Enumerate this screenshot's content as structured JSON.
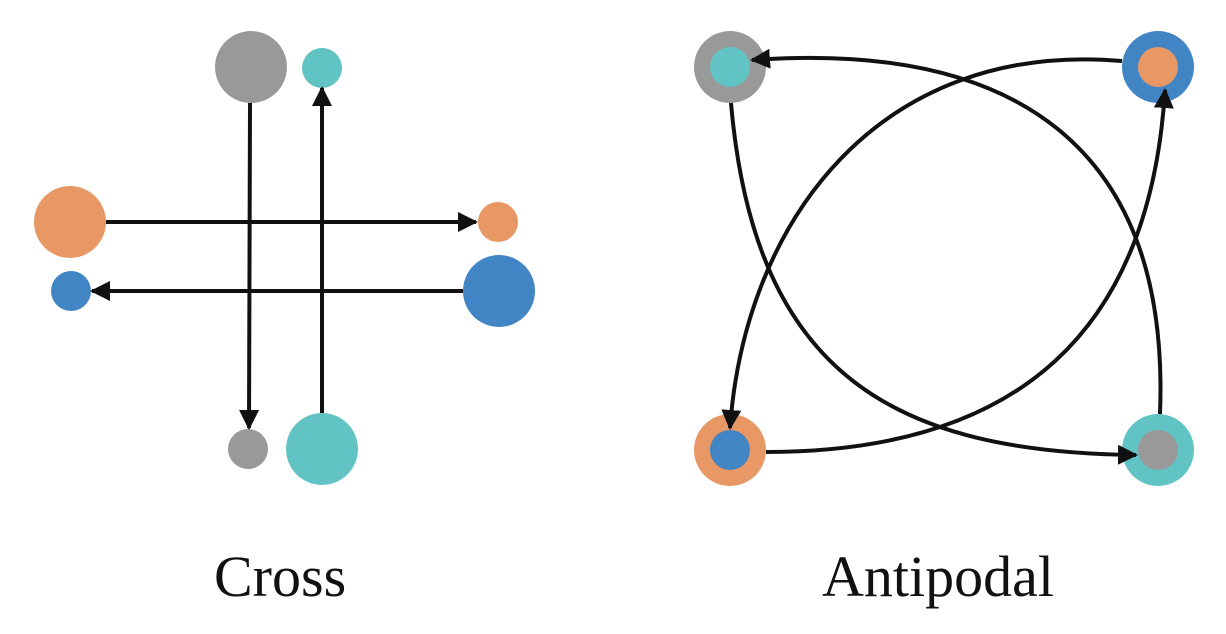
{
  "colors": {
    "gray": "#999999",
    "teal": "#62C3C4",
    "orange": "#E89865",
    "blue": "#4285C4",
    "arrow": "#111111"
  },
  "panels": [
    {
      "id": "cross",
      "caption": "Cross",
      "agents": [
        {
          "name": "gray",
          "start_color": "gray",
          "goal_color": "gray"
        },
        {
          "name": "teal",
          "start_color": "teal",
          "goal_color": "teal"
        },
        {
          "name": "orange",
          "start_color": "orange",
          "goal_color": "orange"
        },
        {
          "name": "blue",
          "start_color": "blue",
          "goal_color": "blue"
        }
      ]
    },
    {
      "id": "antipodal",
      "caption": "Antipodal",
      "agents": [
        {
          "name": "gray",
          "start_color": "gray",
          "goal_color": "gray"
        },
        {
          "name": "blue",
          "start_color": "blue",
          "goal_color": "blue"
        },
        {
          "name": "orange",
          "start_color": "orange",
          "goal_color": "orange"
        },
        {
          "name": "teal",
          "start_color": "teal",
          "goal_color": "teal"
        }
      ]
    }
  ]
}
